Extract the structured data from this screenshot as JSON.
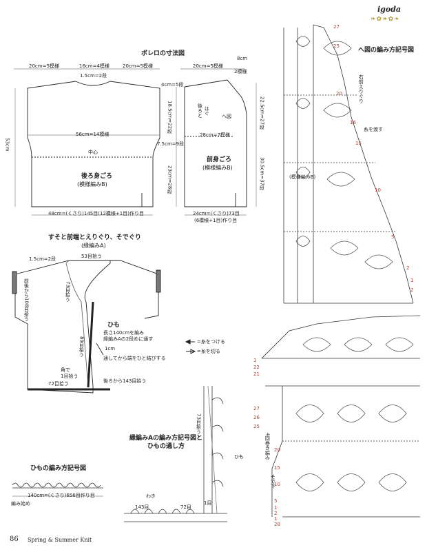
{
  "brand": {
    "logo": "igoda"
  },
  "footer": {
    "page": "86",
    "magazine": "Spring & Summer Knit"
  },
  "size_chart": {
    "title": "ボレロの寸法図",
    "back": {
      "top_left": "20cm=5模様",
      "top_mid": "16cm=4模様",
      "top_right": "20cm=5模様",
      "neck": "1.5cm=2段",
      "width": "56cm=14模様",
      "center_mark": "中心",
      "height": "53cm",
      "name": "後ろ身ごろ",
      "pattern": "(模様編みB)",
      "bottom": "48cm=(くさり)145目(12模様+1目)作り目"
    },
    "front": {
      "top_left": "20cm=5模様",
      "top_right_1": "8cm",
      "top_right_2": "2模様",
      "neck": "4cm=5段",
      "mid": "28cm=7模様",
      "armhole": "7.5cm=9段",
      "left_h1": "18.5cm=22段",
      "left_h2": "23cm=28段",
      "right_h1": "22.5cm=27段",
      "right_h2": "30.5cm=37段",
      "side_note_1": "後ろと",
      "side_note_2": "はぐ",
      "mark": "へ図",
      "name": "前身ごろ",
      "pattern": "(模様編みB)",
      "bottom_1": "24cm=(くさり)73目",
      "bottom_2": "(6模様+1目)作り目"
    }
  },
  "edging": {
    "title_1": "すそと前端とえりぐり、そでぐり",
    "title_2": "(縁編みA)",
    "label_15": "1.5cm=2段",
    "label_53": "53目拾う",
    "label_108": "前後から108目拾う",
    "label_73": "73目拾う",
    "label_89": "89目拾う",
    "tie": "ひも",
    "tie_note_1": "長さ140cmを編み",
    "tie_note_2": "縁編みAの2段めに通す",
    "tie_note_3": "1cm",
    "tie_note_4": "通してから端をひと結びする",
    "corner_1": "角で",
    "corner_2": "1目拾う",
    "label_72": "72目拾う",
    "label_143": "後ろから143目拾う"
  },
  "diagram_right": {
    "title": "へ図の編み方記号図",
    "section_label": "右前えりぐり",
    "pattern_b": "(模様編みB)",
    "yarn_join": "糸を渡す",
    "legend_attach": "=糸をつける",
    "legend_cut": "=糸を切る",
    "rows": [
      "27",
      "25",
      "20",
      "16",
      "15",
      "10",
      "5",
      "2",
      "1",
      "2"
    ]
  },
  "diagram_lower": {
    "title_1": "縁編みAの編み方記号図と",
    "title_2": "ひもの通し方",
    "label_73": "73目拾う",
    "tie": "ひも",
    "side": "わき",
    "label_143": "143目",
    "label_72": "72目",
    "label_1": "1目",
    "loop_label": "4回巻き編み",
    "hem_label": "そで下",
    "rows": [
      "1",
      "22",
      "21",
      "27",
      "26",
      "25",
      "20",
      "15",
      "10",
      "5",
      "1",
      "2",
      "1",
      "28"
    ]
  },
  "tie_chart": {
    "title": "ひもの編み方記号図",
    "length": "140cm=(くさり)656目作り目",
    "start": "編み始め"
  }
}
